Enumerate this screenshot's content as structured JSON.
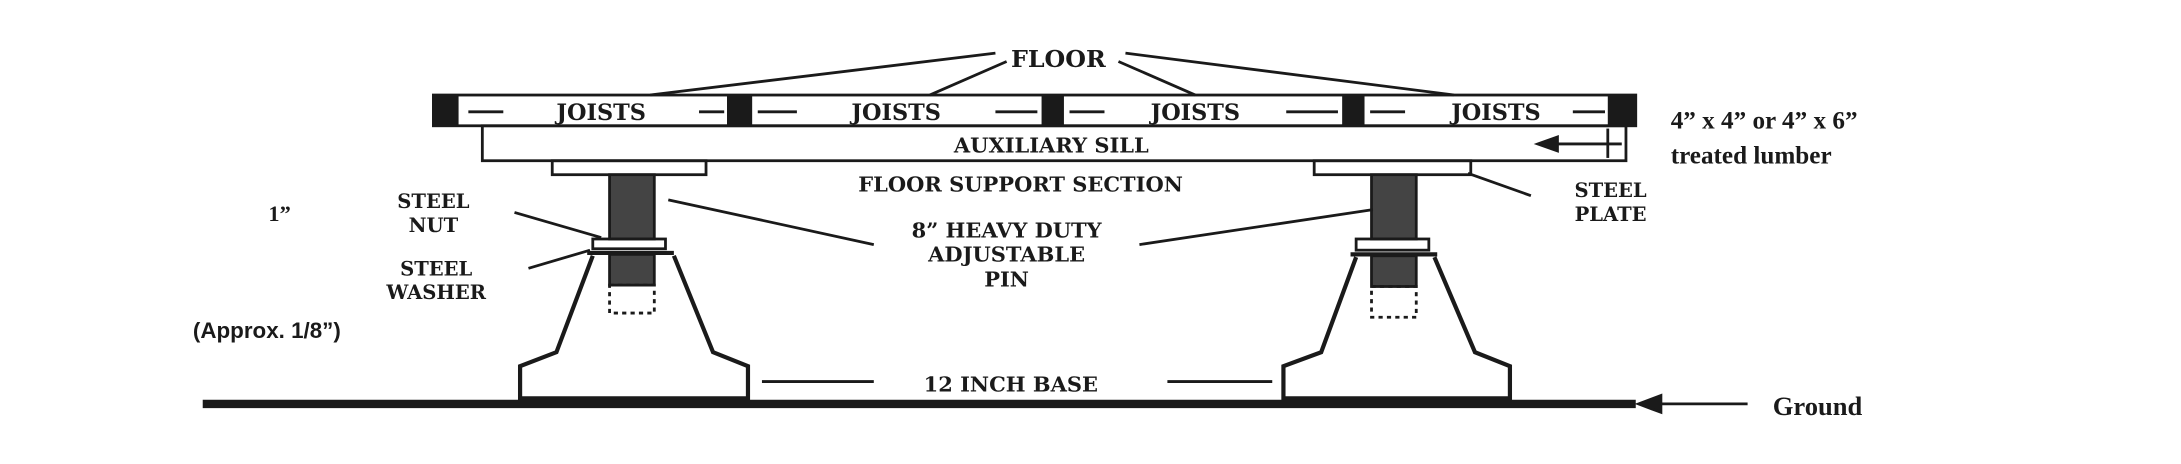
{
  "labels": {
    "floor": "FLOOR",
    "joists": [
      "JOISTS",
      "JOISTS",
      "JOISTS",
      "JOISTS"
    ],
    "auxiliary_sill": "AUXILIARY SILL",
    "floor_support_section": "FLOOR SUPPORT SECTION",
    "steel_nut": [
      "STEEL",
      "NUT"
    ],
    "steel_washer": [
      "STEEL",
      "WASHER"
    ],
    "approx": "(Approx. 1/8”)",
    "one_inch": "1”",
    "pin": [
      "8” HEAVY DUTY",
      "ADJUSTABLE",
      "PIN"
    ],
    "steel_plate": [
      "STEEL",
      "PLATE"
    ],
    "lumber": [
      "4” x  4” or 4” x  6”",
      "treated lumber"
    ],
    "base": "12 INCH BASE",
    "ground": "Ground"
  },
  "colors": {
    "ink": "#1a1a1a",
    "background": "#ffffff"
  }
}
